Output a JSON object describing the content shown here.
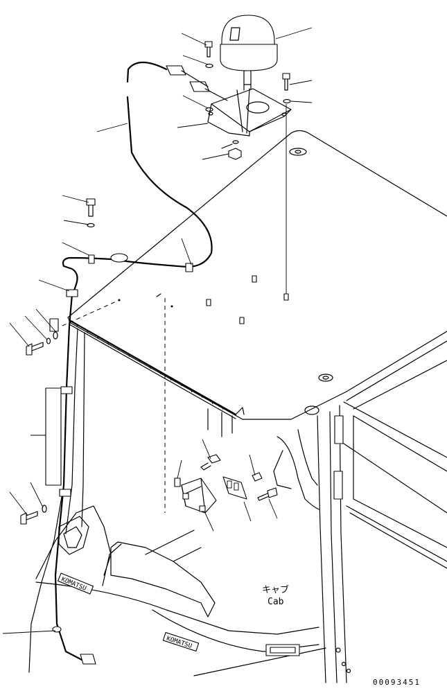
{
  "drawing": {
    "cab_label_jp": "キャブ",
    "cab_label_en": "Cab",
    "drawing_number": "00093451"
  }
}
